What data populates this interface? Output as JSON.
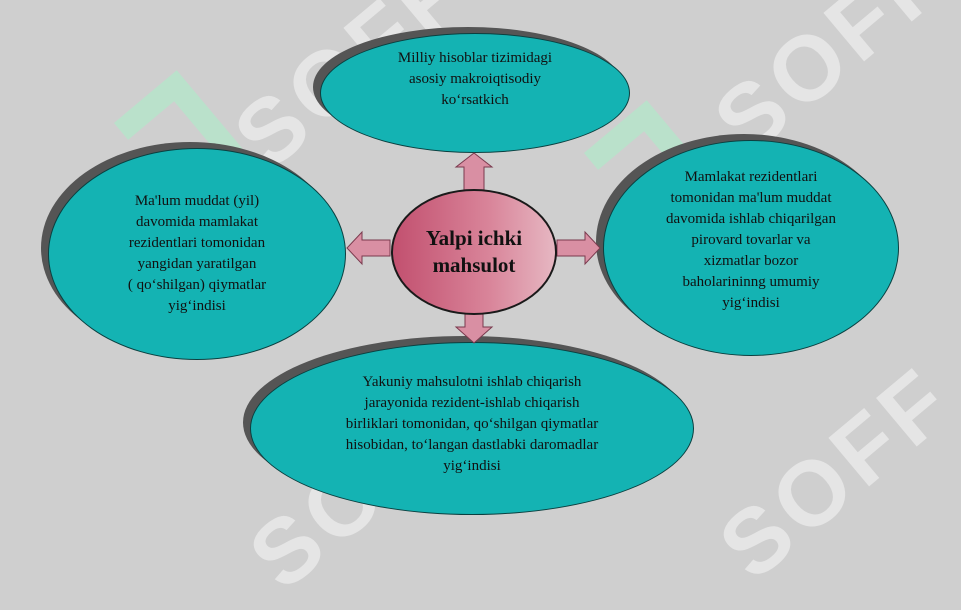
{
  "center": {
    "text": "Yalpi ichki\nmahsulot"
  },
  "nodes": {
    "top": "Milliy hisoblar tizimidagi\nasosiy makroiqtisodiy\nko‘rsatkich",
    "left": "Ma'lum muddat (yil)\ndavomida mamlakat\nrezidentlari tomonidan\nyangidan yaratilgan\n( qo‘shilgan) qiymatlar\nyig‘indisi",
    "right": "Mamlakat rezidentlari\ntomonidan ma'lum muddat\ndavomida ishlab chiqarilgan\npirovard tovarlar va\nxizmatlar bozor\nbaholarininng umumiy\nyig‘indisi",
    "bottom": "Yakuniy mahsulotni ishlab chiqarish\njarayonida rezident-ishlab chiqarish\nbirliklari tomonidan, qo‘shilgan qiymatlar\nhisobidan, to‘langan  dastlabki daromadlar\nyig‘indisi"
  },
  "colors": {
    "ellipse_fill": "#14b3b3",
    "center_fill": "#c2506f",
    "arrow_fill": "#d98fa3",
    "background": "#cfcfcf"
  },
  "watermark": "SOFF"
}
